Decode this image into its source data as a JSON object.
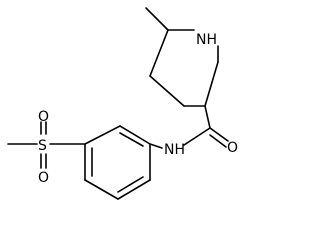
{
  "molecule": {
    "atom_labels": {
      "nh_ring": "NH",
      "nh_amide": "NH",
      "o_carbonyl": "O",
      "s": "S",
      "o_sulfonyl_top": "O",
      "o_sulfonyl_bottom": "O"
    }
  }
}
